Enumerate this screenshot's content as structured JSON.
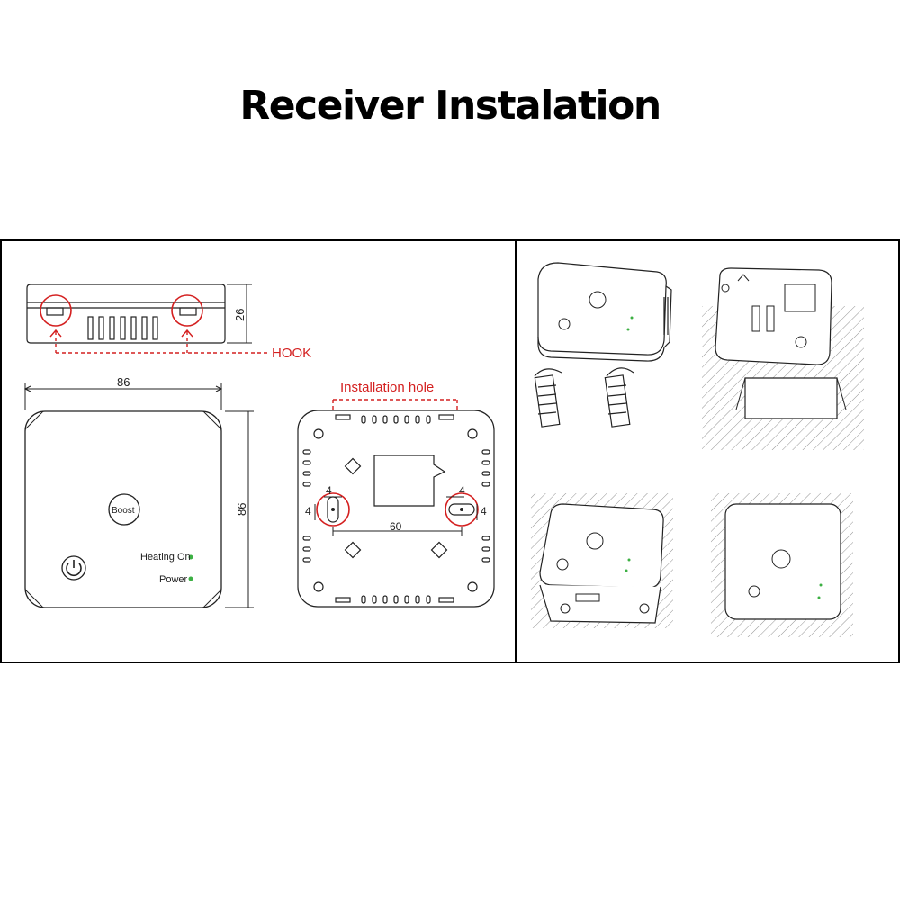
{
  "title": "Receiver Instalation",
  "labels": {
    "hook": "HOOK",
    "installation_hole": "Installation hole"
  },
  "dimensions": {
    "side_height": "26",
    "front_width": "86",
    "front_height": "86",
    "hole_spacing": "60",
    "hole_size_left_h": "4",
    "hole_size_left_v": "4",
    "hole_size_right_h": "4",
    "hole_size_right_v": "4"
  },
  "device": {
    "boost_label": "Boost",
    "heating_on_label": "Heating On",
    "power_label": "Power"
  },
  "colors": {
    "annotation_red": "#d42020",
    "led_green": "#3cb043",
    "line": "#222222"
  },
  "icons": [
    "power-icon",
    "hook-arrow-icon",
    "screw-icon",
    "wall-hatch"
  ]
}
